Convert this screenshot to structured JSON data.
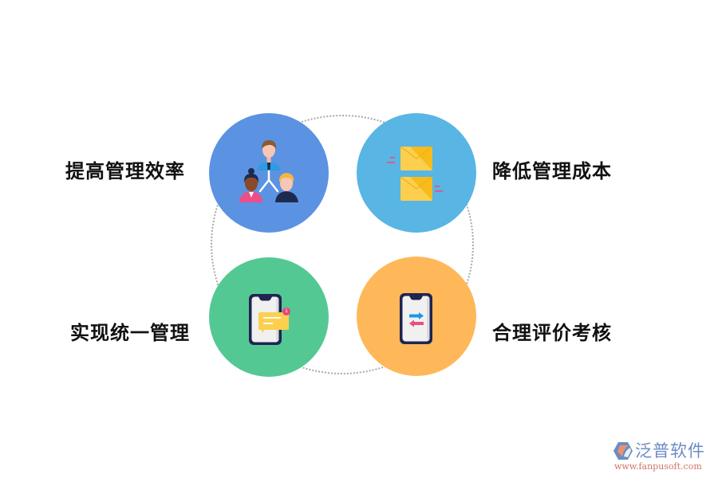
{
  "items": [
    {
      "label": "提高管理效率",
      "icon": "people-hierarchy-icon",
      "color": "#5b93e2"
    },
    {
      "label": "降低管理成本",
      "icon": "envelopes-icon",
      "color": "#59b5e3"
    },
    {
      "label": "实现统一管理",
      "icon": "phone-message-icon",
      "color": "#54c893"
    },
    {
      "label": "合理评价考核",
      "icon": "phone-transfer-icon",
      "color": "#feb85a"
    }
  ],
  "notification_count": "1",
  "brand": {
    "name": "泛普软件",
    "url": "www.fanpusoft.com"
  }
}
